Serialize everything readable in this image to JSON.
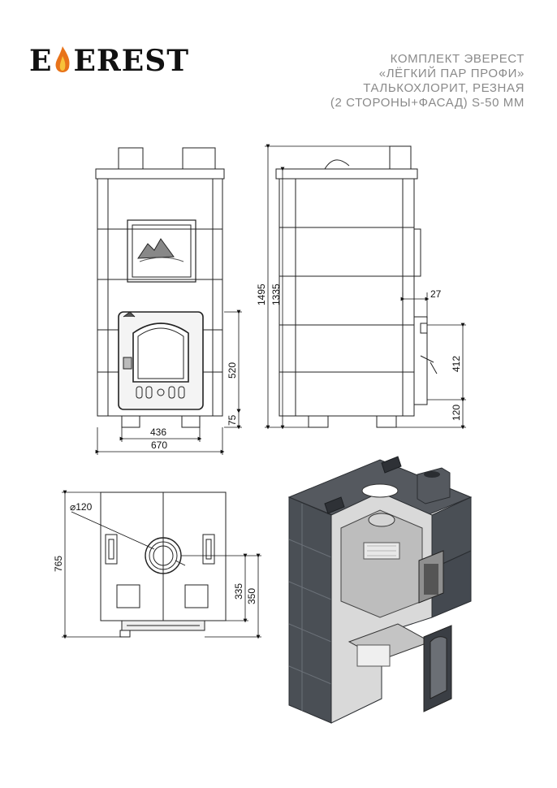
{
  "brand": {
    "logo_text": "EVEREST",
    "flame_icon": "flame-icon"
  },
  "title_lines": [
    "КОМПЛЕКТ ЭВЕРЕСТ",
    "«ЛЁГКИЙ ПАР ПРОФИ»",
    "ТАЛЬКОХЛОРИТ, РЕЗНАЯ",
    "(2 СТОРОНЫ+ФАСАД) S-50 ММ"
  ],
  "dimensions": {
    "front_inner_width": "436",
    "front_total_width": "670",
    "door_height": "520",
    "base_height": "75",
    "total_height": "1495",
    "body_height": "1335",
    "side_offset": "27",
    "side_door_height": "412",
    "side_base_height": "120",
    "pipe_diameter": "⌀120",
    "top_depth": "765",
    "pipe_offset_a": "335",
    "pipe_offset_b": "350"
  },
  "colors": {
    "stone": "#4a4f55",
    "stone_light": "#6b7178",
    "metal": "#c9c9c9",
    "line": "#222222",
    "title": "#8a8a8a"
  }
}
